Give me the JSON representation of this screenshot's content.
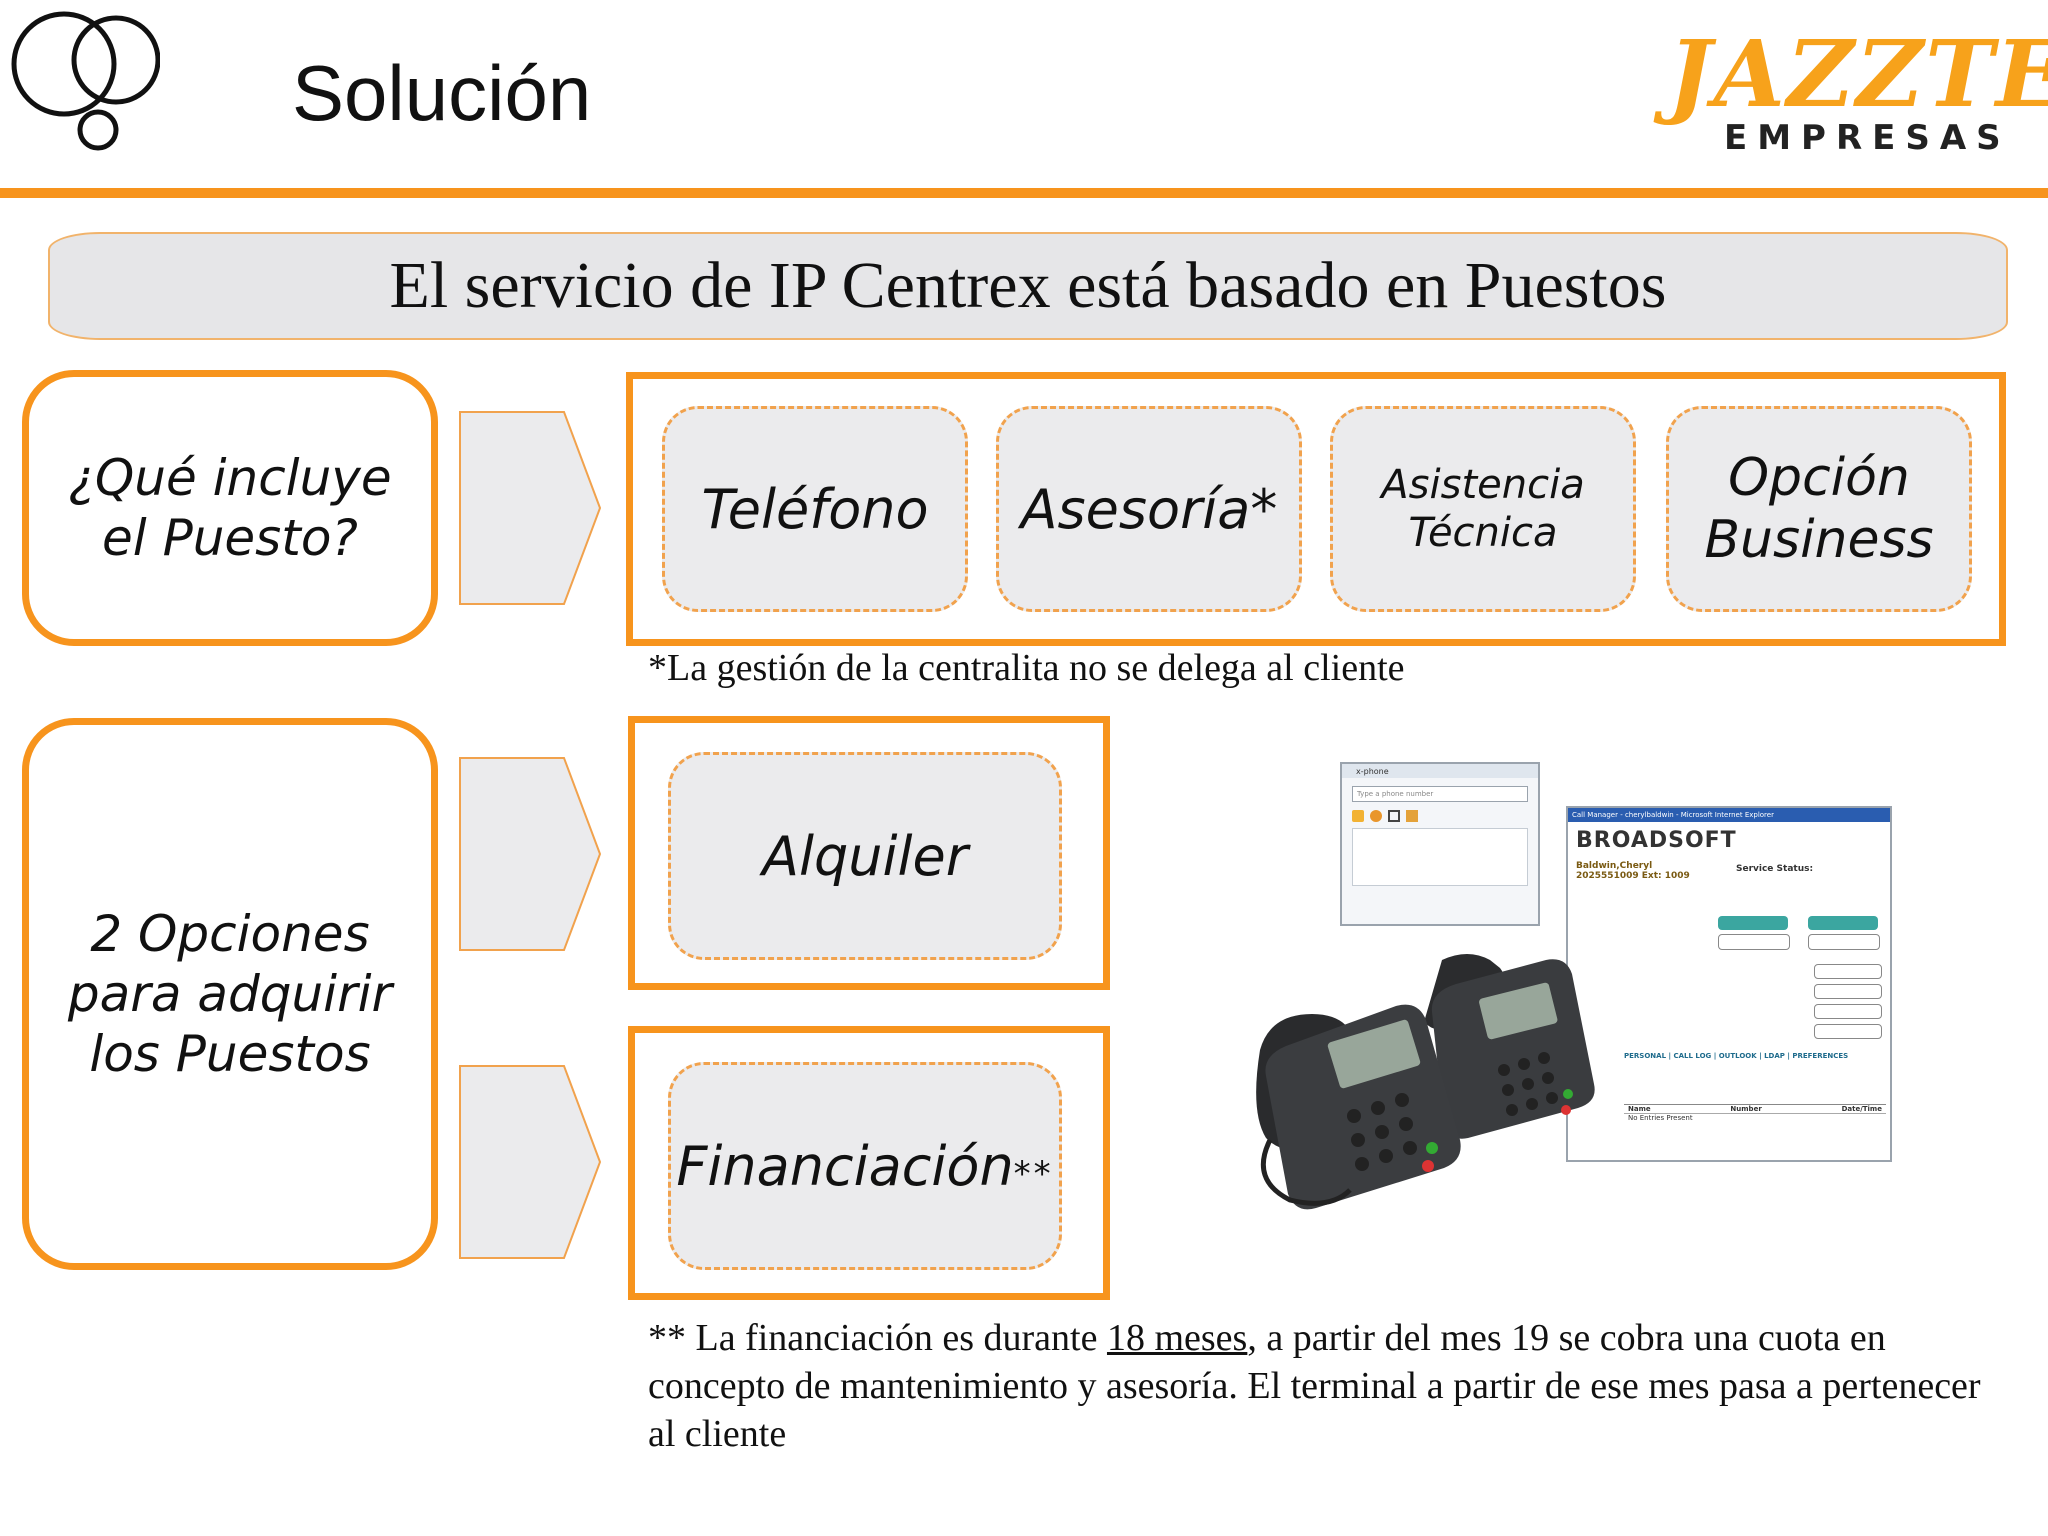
{
  "header": {
    "title": "Solución",
    "logo_main": "JAZZTEL",
    "logo_sub": "EMPRESAS"
  },
  "banner": {
    "text": "El servicio de IP Centrex está basado en Puestos"
  },
  "question_box": {
    "line1": "¿Qué incluye",
    "line2": "el Puesto?"
  },
  "includes": [
    {
      "line1": "Teléfono",
      "line2": ""
    },
    {
      "line1": "Asesoría*",
      "line2": ""
    },
    {
      "line1": "Asistencia",
      "line2": "Técnica"
    },
    {
      "line1": "Opción",
      "line2": "Business"
    }
  ],
  "note1": "*La gestión de la centralita no se delega al cliente",
  "options_box": {
    "line1": "2 Opciones",
    "line2": "para adquirir",
    "line3": "los Puestos"
  },
  "options": {
    "rent": "Alquiler",
    "finance": "Financiación",
    "finance_mark": "**"
  },
  "note2": {
    "prefix": "** La financiación es durante ",
    "underlined": "18 meses",
    "suffix": ", a partir del mes 19 se cobra una cuota en concepto de mantenimiento y asesoría. El terminal a partir de ese mes pasa a pertenecer al cliente"
  },
  "screens": {
    "softphone_title": "x-phone",
    "softphone_placeholder": "Type a phone number",
    "manager_title": "Call Manager - cherylbaldwin - Microsoft Internet Explorer",
    "manager_brand": "BROADSOFT",
    "manager_user": "Baldwin,Cheryl",
    "manager_number": "2025551009 Ext: 1009",
    "manager_status": "Service Status:",
    "manager_tabs": "PERSONAL | CALL LOG | OUTLOOK | LDAP | PREFERENCES",
    "col_name": "Name",
    "col_number": "Number",
    "col_datetime": "Date/Time",
    "no_entries": "No Entries Present"
  },
  "colors": {
    "accent": "#f7941d",
    "tile_bg": "#ebebed",
    "banner_bg": "#e6e6e8"
  }
}
